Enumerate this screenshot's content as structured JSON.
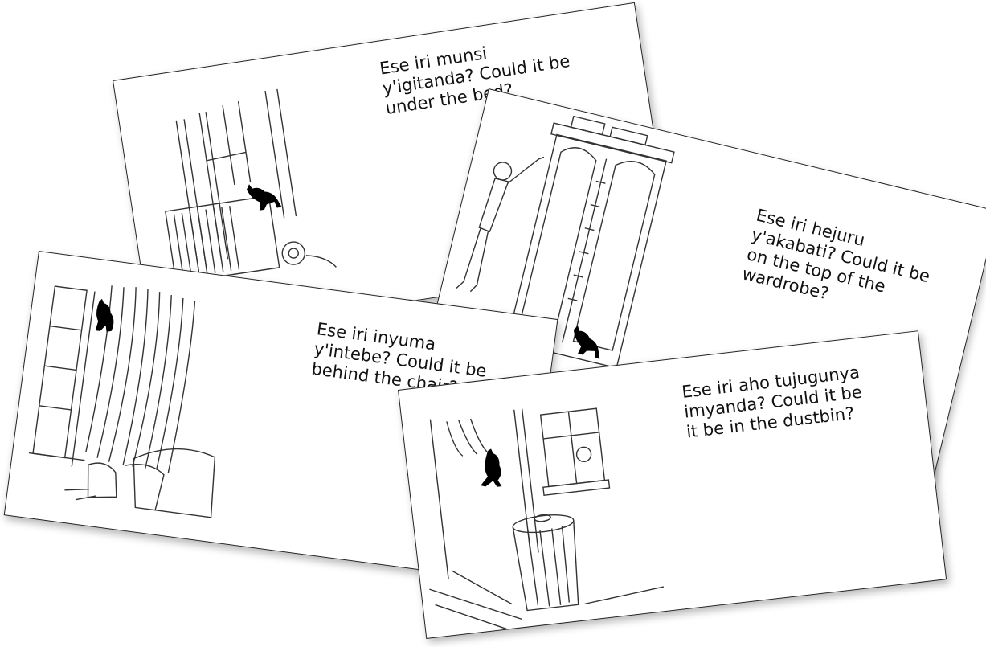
{
  "cards": [
    {
      "text": "Ese iri munsi\ny'igitanda? Could it be\nunder the bed?",
      "cat_icon": "cat-icon"
    },
    {
      "text": "Ese iri hejuru\ny'akabati? Could it be\non the top of the\nwardrobe?",
      "cat_icon": "cat-icon"
    },
    {
      "text": "Ese iri inyuma\ny'intebe? Could it be\nbehind the chair?",
      "cat_icon": "cat-icon"
    },
    {
      "text": "Ese iri aho tujugunya\nimyanda? Could it be\nit be in the dustbin?",
      "cat_icon": "cat-icon"
    }
  ],
  "colors": {
    "ink": "#111111",
    "paper": "#ffffff",
    "cat": "#000000"
  }
}
